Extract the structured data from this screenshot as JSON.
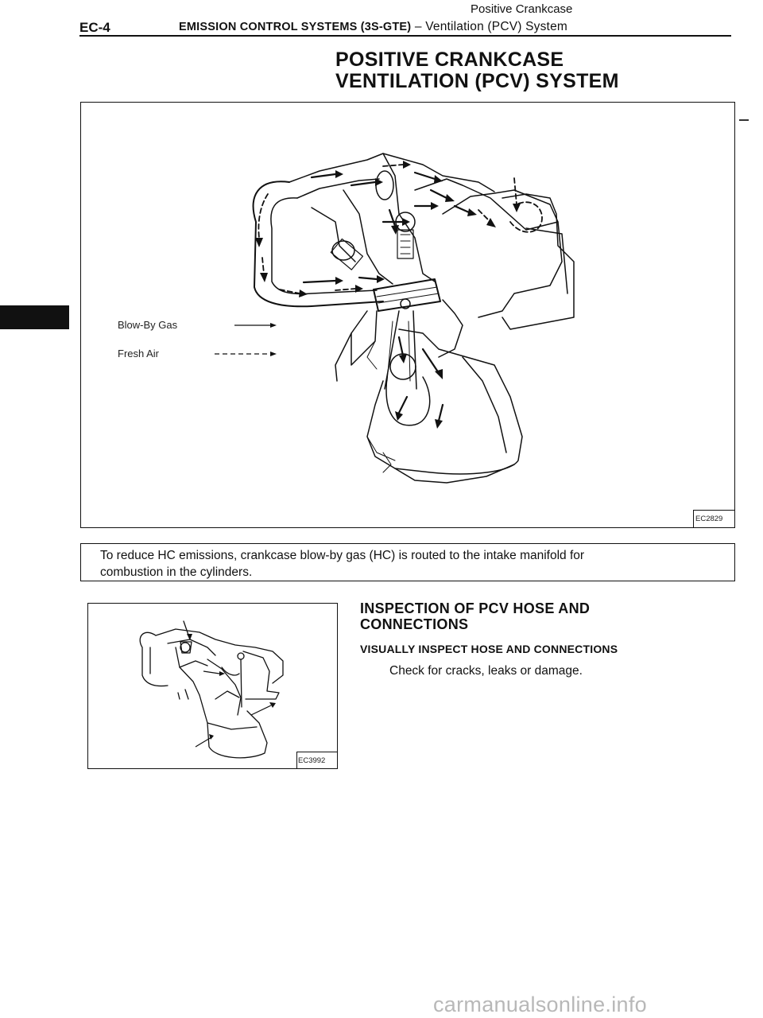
{
  "header": {
    "page_code": "EC-4",
    "section_subtitle": "Positive Crankcase",
    "section_title": "EMISSION CONTROL SYSTEMS (3S-GTE)",
    "separator": " – ",
    "section_tail": "Ventilation (PCV) System"
  },
  "title": {
    "line1": "POSITIVE CRANKCASE",
    "line2": "VENTILATION (PCV) SYSTEM"
  },
  "figure1": {
    "legend_blowby": "Blow-By Gas",
    "legend_fresh": "Fresh Air",
    "code": "EC2829"
  },
  "description": {
    "line1": "To reduce HC emissions, crankcase blow-by gas (HC) is routed to the intake manifold for",
    "line2": "combustion in the cylinders."
  },
  "inspection": {
    "title_line1": "INSPECTION OF PCV HOSE AND",
    "title_line2": "CONNECTIONS",
    "subtitle": "VISUALLY INSPECT HOSE AND CONNECTIONS",
    "body": "Check for cracks, leaks or damage."
  },
  "figure2": {
    "code": "EC3992"
  },
  "watermark": "carmanualsonline.info"
}
